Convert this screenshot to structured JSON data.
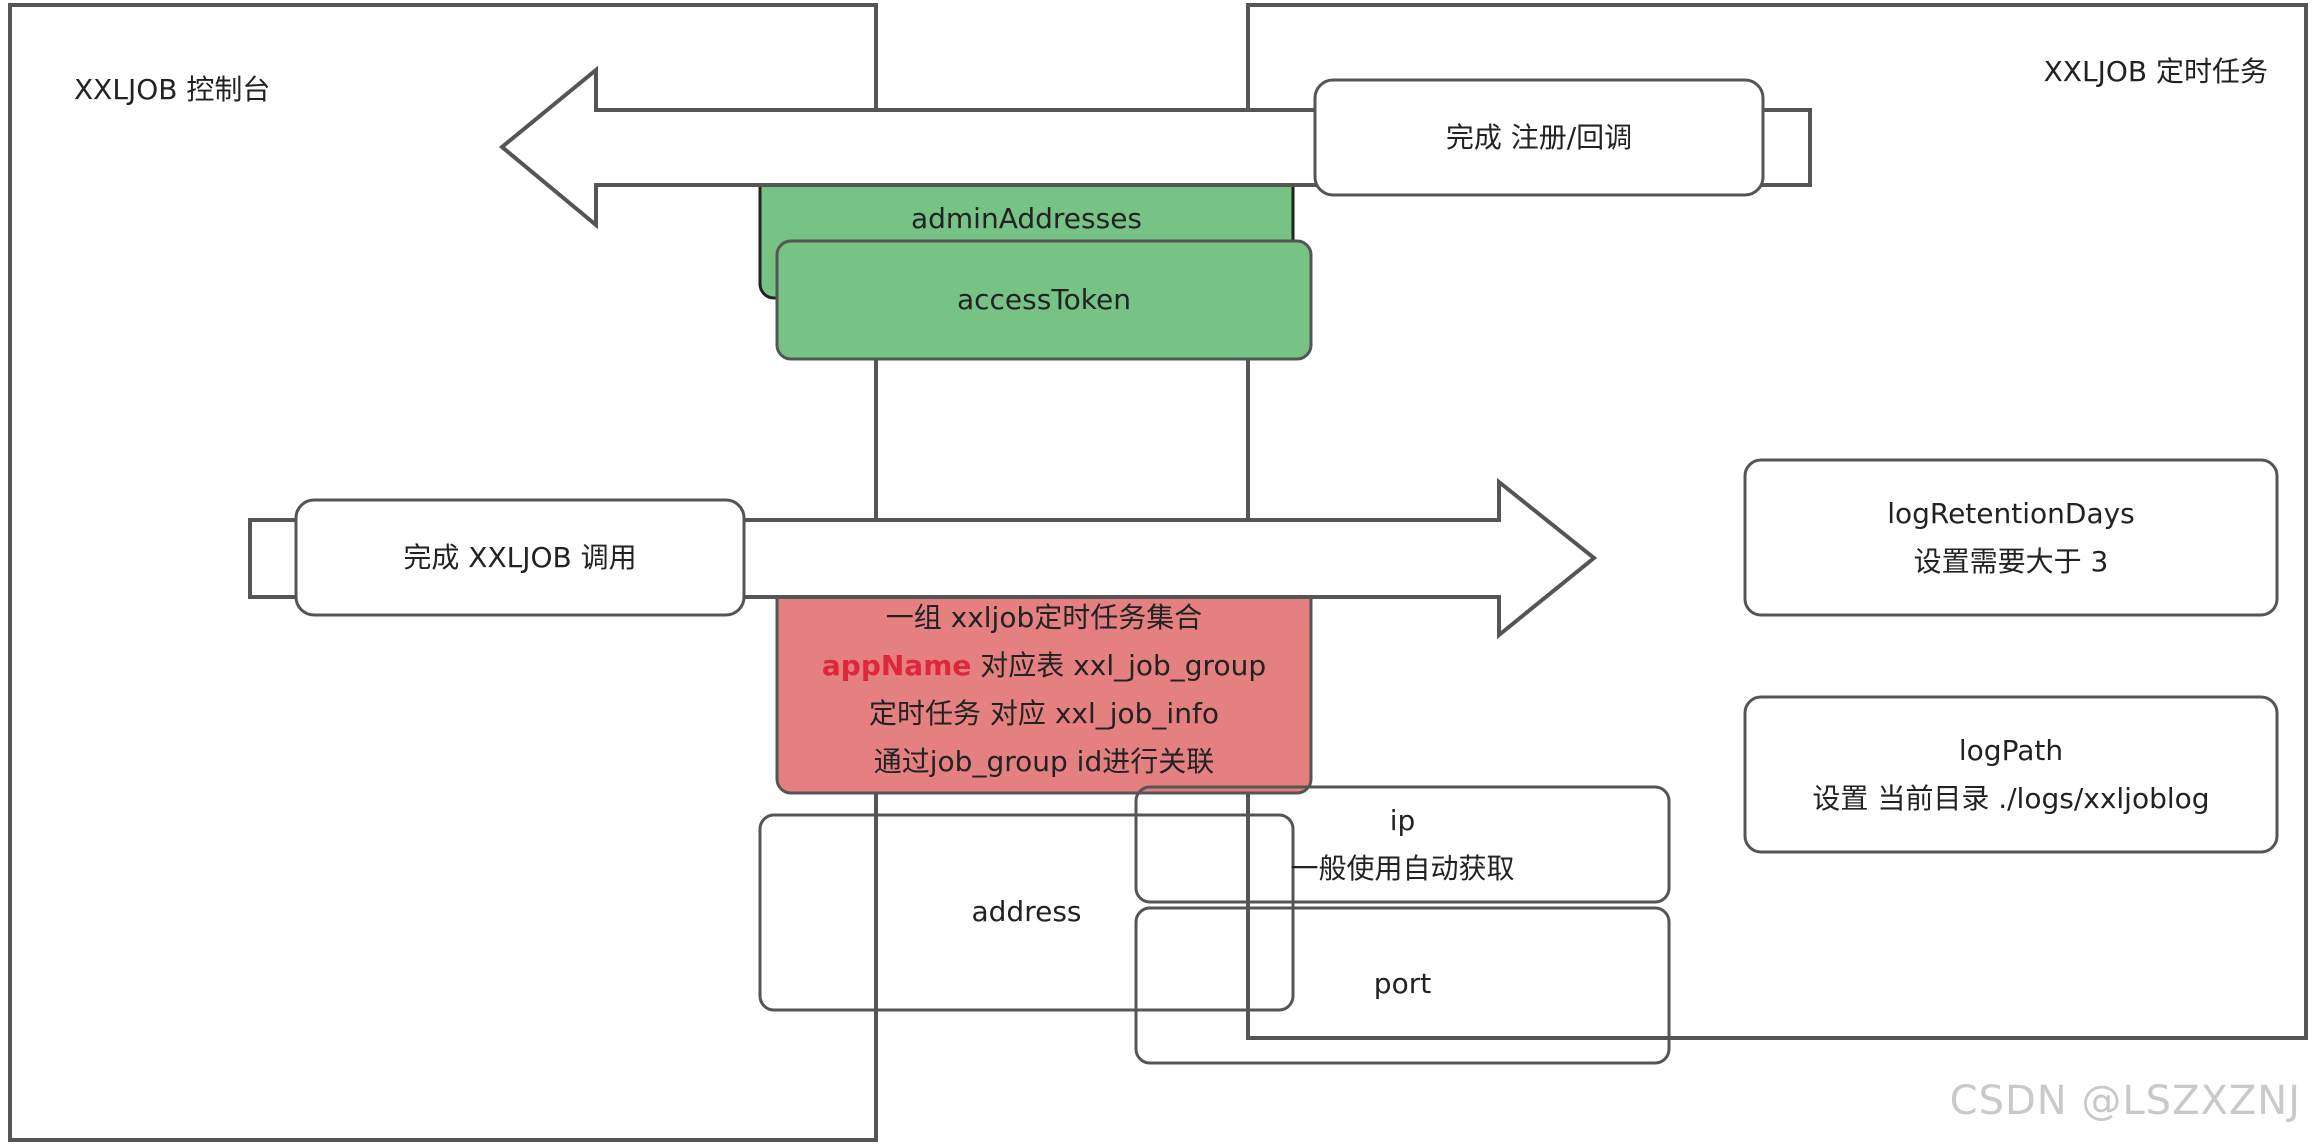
{
  "left_panel": {
    "title": "XXLJOB 控制台"
  },
  "right_panel": {
    "title": "XXLJOB 定时任务"
  },
  "arrows": {
    "register_callback": {
      "label": "完成 注册/回调"
    },
    "invoke": {
      "label": "完成 XXLJOB 调用"
    }
  },
  "nodes": {
    "admin_addresses": {
      "label": "adminAddresses"
    },
    "access_token": {
      "label": "accessToken"
    },
    "app_group": {
      "line1": "一组 xxljob定时任务集合",
      "line2_highlight": "appName",
      "line2_rest": " 对应表 xxl_job_group",
      "line3": "定时任务 对应 xxl_job_info",
      "line4": "通过job_group id进行关联"
    },
    "address": {
      "label": "address"
    },
    "ip": {
      "line1": "ip",
      "line2": "一般使用自动获取"
    },
    "port": {
      "label": "port"
    },
    "log_retention_days": {
      "line1": "logRetentionDays",
      "line2": "设置需要大于 3"
    },
    "log_path": {
      "line1": "logPath",
      "line2": "设置 当前目录 ./logs/xxljoblog"
    }
  },
  "watermark": "CSDN @LSZXZNJ",
  "colors": {
    "stroke": "#555555",
    "green_fill": "#77c386",
    "red_fill": "#e48080",
    "highlight_text": "#e0263a",
    "watermark": "#c9c9c9"
  }
}
